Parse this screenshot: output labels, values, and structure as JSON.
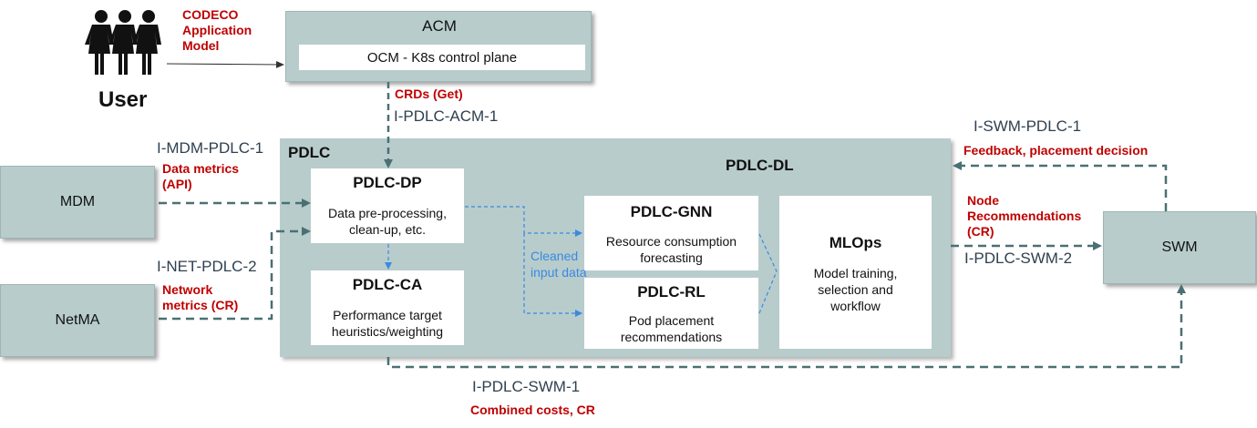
{
  "user": {
    "label": "User",
    "model_text": [
      "CODECO",
      "Application",
      "Model"
    ]
  },
  "acm": {
    "title": "ACM",
    "inner": "OCM - K8s control plane"
  },
  "acm_link": {
    "red": "CRDs (Get)",
    "iface": "I-PDLC-ACM-1"
  },
  "pdlc": {
    "title": "PDLC",
    "dl_title": "PDLC-DL"
  },
  "pdlc_dp": {
    "title": "PDLC-DP",
    "desc": [
      "Data pre-processing,",
      "clean-up, etc."
    ]
  },
  "pdlc_ca": {
    "title": "PDLC-CA",
    "desc": [
      "Performance target",
      "heuristics/weighting"
    ]
  },
  "pdlc_gnn": {
    "title": "PDLC-GNN",
    "desc": [
      "Resource consumption",
      "forecasting"
    ]
  },
  "pdlc_rl": {
    "title": "PDLC-RL",
    "desc": [
      "Pod placement",
      "recommendations"
    ]
  },
  "mlops": {
    "title": "MLOps",
    "desc": [
      "Model training,",
      "selection and",
      "workflow"
    ]
  },
  "cleaned": [
    "Cleaned",
    "input data"
  ],
  "mdm": {
    "label": "MDM",
    "iface": "I-MDM-PDLC-1",
    "red": [
      "Data metrics",
      "(API)"
    ]
  },
  "netma": {
    "label": "NetMA",
    "iface": "I-NET-PDLC-2",
    "red": [
      "Network",
      "metrics (CR)"
    ]
  },
  "swm": {
    "label": "SWM",
    "feedback_iface": "I-SWM-PDLC-1",
    "feedback_red": "Feedback, placement decision",
    "node_red": [
      "Node",
      "Recommendations",
      "(CR)"
    ],
    "node_iface": "I-PDLC-SWM-2"
  },
  "bottom": {
    "iface": "I-PDLC-SWM-1",
    "red": "Combined costs, CR"
  },
  "colors": {
    "dashed_arrow": "#4a7073",
    "blue_arrow": "#3a8ae0",
    "red_text": "#c00000",
    "panel": "#b8cccc"
  }
}
